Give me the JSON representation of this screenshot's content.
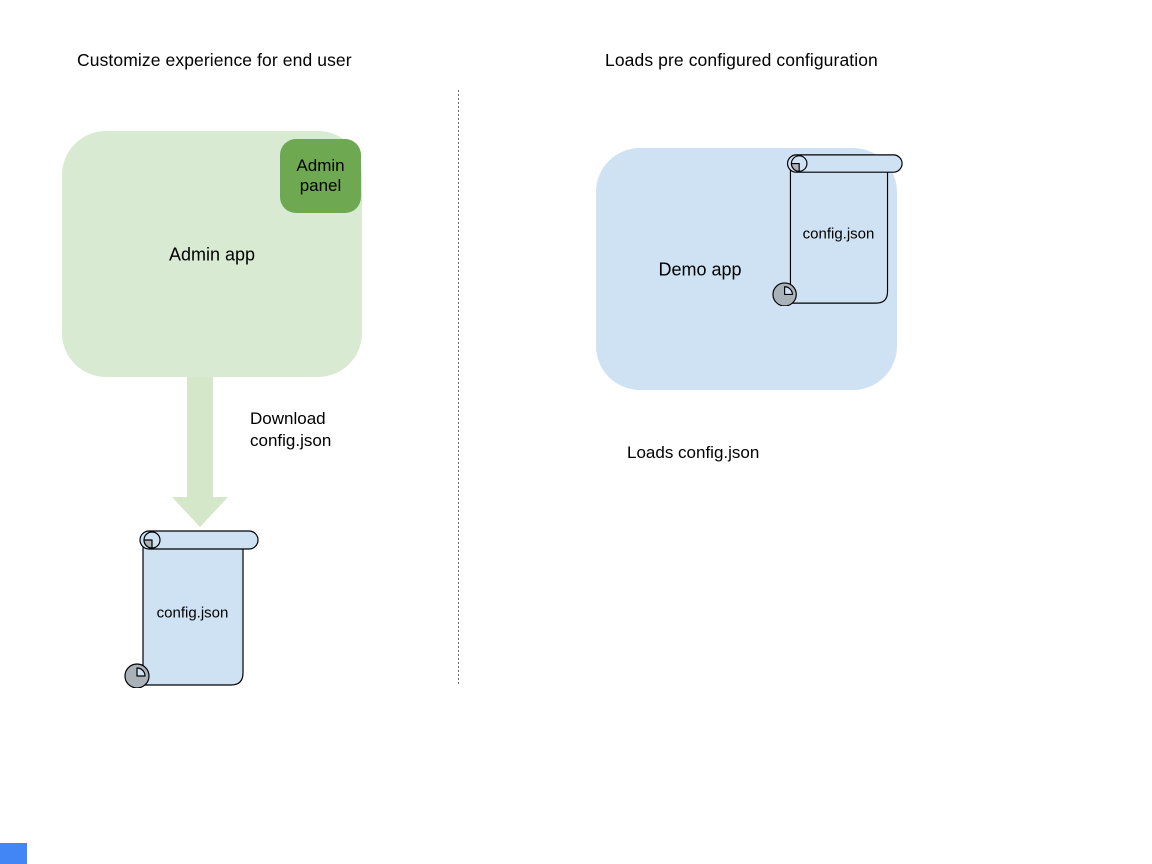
{
  "left_section": {
    "title": "Customize experience for end user",
    "admin_app_label": "Admin app",
    "admin_panel_label": "Admin\npanel",
    "download_label": "Download\nconfig.json",
    "config_file_label": "config.json"
  },
  "right_section": {
    "title": "Loads pre configured configuration",
    "demo_app_label": "Demo app",
    "config_file_label": "config.json",
    "loads_label": "Loads config.json"
  },
  "icons": {
    "download_arrow": "thick-down-arrow",
    "config_file": "paper-scroll"
  },
  "colors": {
    "light_green": "#d9ead3",
    "arrow_green": "#d4e7c8",
    "dark_green": "#6ea951",
    "light_blue": "#cfe2f3",
    "scroll_outline": "#000000",
    "scroll_curl_gray": "#a9b2b8",
    "divider_gray": "#6b6b6b",
    "accent_blue": "#4285f4",
    "text_black": "#000000"
  }
}
